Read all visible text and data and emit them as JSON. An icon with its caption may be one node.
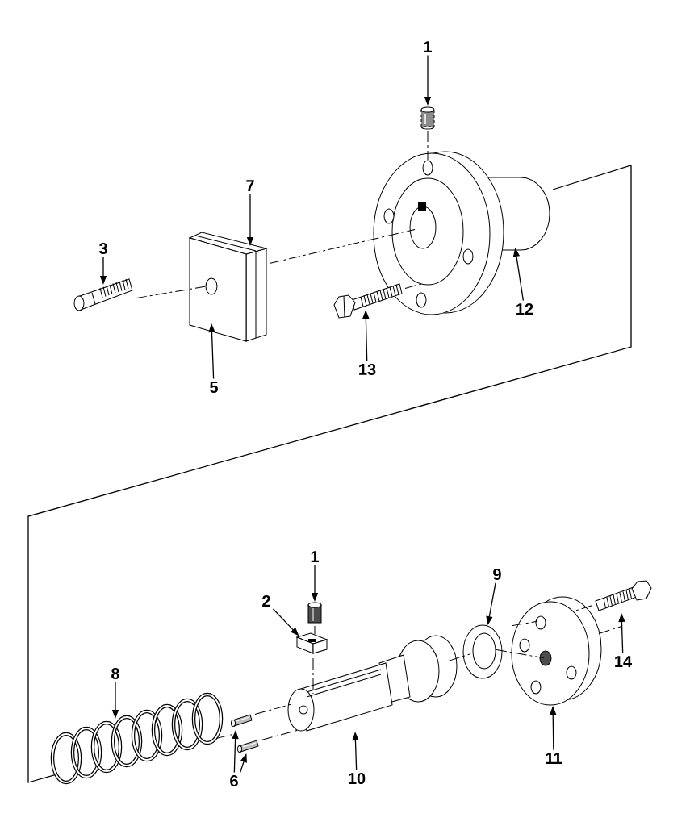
{
  "diagram": {
    "nodes": [
      {
        "text": [
          "1"
        ]
      },
      {
        "text": [
          "7"
        ]
      },
      {
        "text": [
          "3"
        ]
      },
      {
        "text": [
          "12"
        ]
      },
      {
        "text": [
          "13"
        ]
      },
      {
        "text": [
          "5"
        ]
      },
      {
        "text": [
          "1"
        ]
      },
      {
        "text": [
          "9"
        ]
      },
      {
        "text": [
          "2"
        ]
      },
      {
        "text": [
          "14"
        ]
      },
      {
        "text": [
          "8"
        ]
      },
      {
        "text": [
          "10"
        ]
      },
      {
        "text": [
          "11"
        ]
      },
      {
        "text": [
          "6"
        ]
      },
      {
        "text": [],
        "shape": "picture"
      },
      {
        "text": [],
        "shape": "picture"
      },
      {
        "text": [],
        "shape": "picture"
      },
      {
        "text": [],
        "shape": "picture"
      },
      {
        "text": [],
        "shape": "picture"
      },
      {
        "text": [],
        "shape": "picture"
      },
      {
        "text": [],
        "shape": "picture"
      },
      {
        "text": [],
        "shape": "picture"
      },
      {
        "text": [],
        "shape": "picture"
      },
      {
        "text": [],
        "shape": "picture"
      },
      {
        "text": [],
        "shape": "picture"
      },
      {
        "text": [],
        "shape": "picture"
      },
      {
        "text": [],
        "shape": "picture"
      },
      {
        "text": [],
        "shape": "picture"
      },
      {
        "text": [],
        "shape": "picture"
      }
    ],
    "edges": [
      {
        "from": 0,
        "to": 14,
        "arrow": "to"
      },
      {
        "from": 1,
        "to": 16,
        "arrow": "to"
      },
      {
        "from": 2,
        "to": 18,
        "arrow": "to"
      },
      {
        "from": 3,
        "to": 15,
        "arrow": "to"
      },
      {
        "from": 4,
        "to": 19,
        "arrow": "to"
      },
      {
        "from": 5,
        "to": 17,
        "arrow": "to"
      },
      {
        "from": 6,
        "to": 20,
        "arrow": "to"
      },
      {
        "from": 8,
        "to": 21,
        "arrow": "to"
      },
      {
        "from": 7,
        "to": 26,
        "arrow": "to"
      },
      {
        "from": 9,
        "to": 28,
        "arrow": "to"
      },
      {
        "from": 10,
        "to": 22,
        "arrow": "to"
      },
      {
        "from": 11,
        "to": 25,
        "arrow": "to"
      },
      {
        "from": 12,
        "to": 27,
        "arrow": "to"
      },
      {
        "from": 13,
        "to": 23,
        "arrow": "to"
      },
      {
        "from": 13,
        "to": 24,
        "arrow": "to"
      },
      {
        "from": 14,
        "to": 15,
        "arrow": "none",
        "style": "dashed"
      },
      {
        "from": 18,
        "to": 17,
        "arrow": "none",
        "style": "dashed"
      },
      {
        "from": 16,
        "to": 15,
        "arrow": "none",
        "style": "dashed"
      },
      {
        "from": 19,
        "to": 15,
        "arrow": "none",
        "style": "dashed"
      },
      {
        "from": 20,
        "to": 21,
        "arrow": "none",
        "style": "dashed"
      },
      {
        "from": 21,
        "to": 25,
        "arrow": "none",
        "style": "dashed"
      },
      {
        "from": 22,
        "to": 23,
        "arrow": "none",
        "style": "dashed"
      },
      {
        "from": 23,
        "to": 25,
        "arrow": "none",
        "style": "dashed"
      },
      {
        "from": 24,
        "to": 25,
        "arrow": "none",
        "style": "dashed"
      },
      {
        "from": 25,
        "to": 26,
        "arrow": "none",
        "style": "dashed"
      },
      {
        "from": 26,
        "to": 27,
        "arrow": "none",
        "style": "dashed"
      },
      {
        "from": null,
        "to": 27,
        "arrow": "none",
        "style": "dashed"
      },
      {
        "from": 28,
        "to": 27,
        "arrow": "none",
        "style": "dashed"
      },
      {
        "from": 27,
        "to": null,
        "arrow": "none",
        "style": "dashed"
      }
    ]
  }
}
